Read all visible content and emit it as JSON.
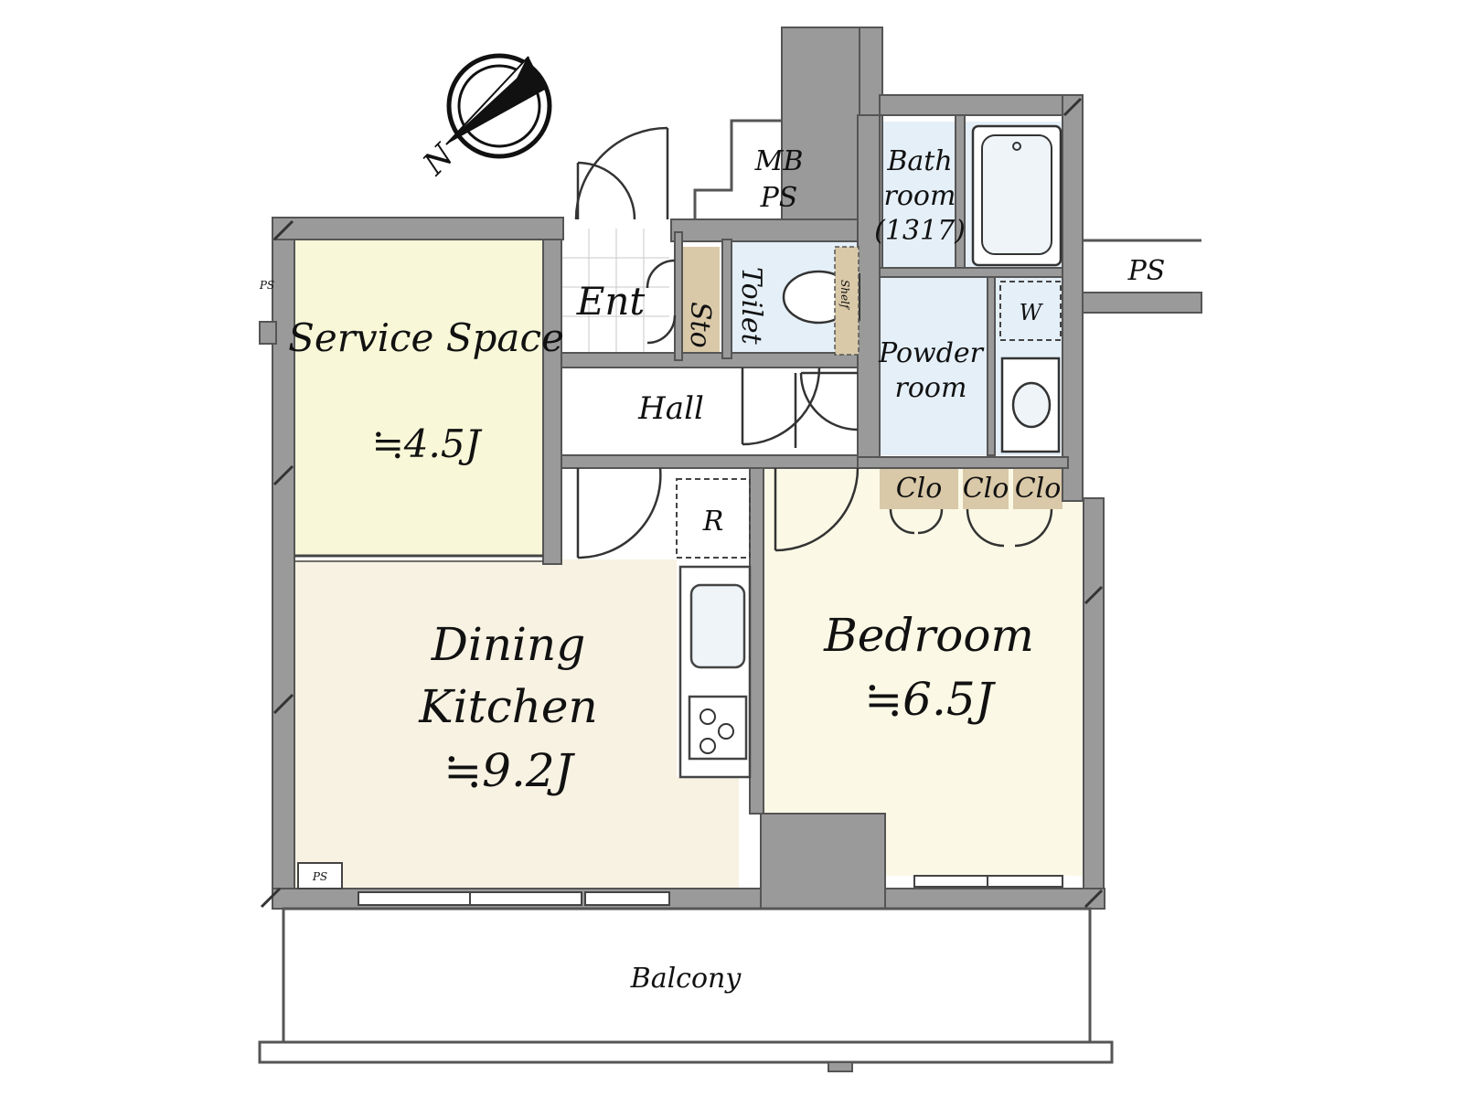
{
  "colors": {
    "wall": "#9a9a9a",
    "wall_edge": "#555555",
    "service_space": "#f8f7d8",
    "dining_kitchen": "#f8f2e3",
    "bedroom": "#fbf9e6",
    "wet_area": "#e4eff8",
    "storage": "#d9c9a8",
    "floor_white": "#ffffff"
  },
  "compass": {
    "label": "N"
  },
  "rooms": {
    "service_space": {
      "name": "Service Space",
      "area": "≒4.5J"
    },
    "dining_kitchen": {
      "line1": "Dining",
      "line2": "Kitchen",
      "area": "≒9.2J"
    },
    "bedroom": {
      "name": "Bedroom",
      "area": "≒6.5J"
    },
    "hall": {
      "name": "Hall"
    },
    "entrance": {
      "name": "Ent"
    },
    "storage": {
      "name": "Sto"
    },
    "toilet": {
      "name": "Toilet"
    },
    "shelf": {
      "name": "Shelf"
    },
    "bathroom": {
      "line1": "Bath",
      "line2": "room",
      "line3": "(1317)"
    },
    "powder_room": {
      "line1": "Powder",
      "line2": "room"
    },
    "washer": {
      "name": "W"
    },
    "refrigerator": {
      "name": "R"
    },
    "closets": [
      "Clo",
      "Clo",
      "Clo"
    ],
    "mb_ps": {
      "line1": "MB",
      "line2": "PS"
    },
    "ps_right": {
      "name": "PS"
    },
    "ps_left": {
      "name": "PS"
    },
    "ps_corner": {
      "name": "PS"
    },
    "balcony": {
      "name": "Balcony"
    }
  }
}
